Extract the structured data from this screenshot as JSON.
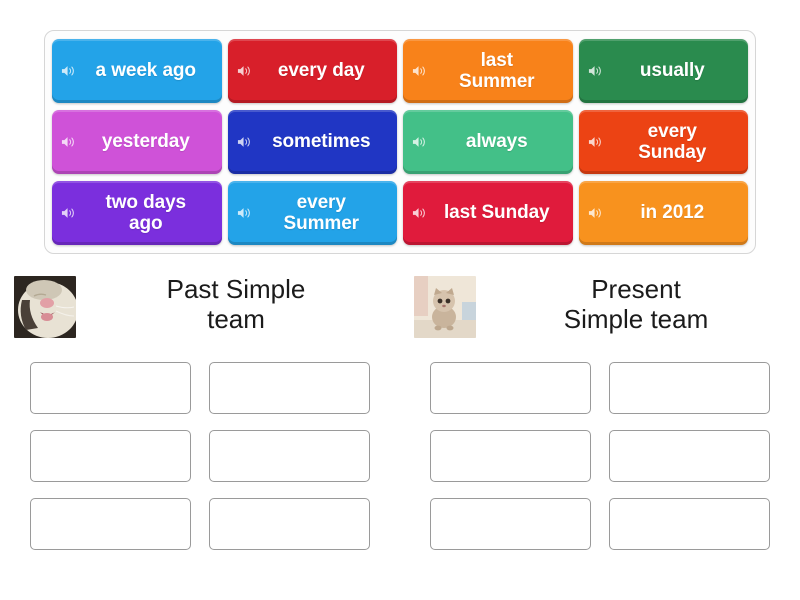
{
  "activity": {
    "type": "group-sort",
    "speaker_icon": "speaker-icon"
  },
  "tile_pool": {
    "tiles": [
      {
        "label": "a week ago",
        "color": "#23a3e8",
        "icon": "speaker-icon"
      },
      {
        "label": "every day",
        "color": "#d81f2a",
        "icon": "speaker-icon"
      },
      {
        "label": "last\nSummer",
        "color": "#f8821a",
        "icon": "speaker-icon"
      },
      {
        "label": "usually",
        "color": "#2a8b4e",
        "icon": "speaker-icon"
      },
      {
        "label": "yesterday",
        "color": "#cf52d8",
        "icon": "speaker-icon"
      },
      {
        "label": "sometimes",
        "color": "#2036c4",
        "icon": "speaker-icon"
      },
      {
        "label": "always",
        "color": "#43c088",
        "icon": "speaker-icon"
      },
      {
        "label": "every\nSunday",
        "color": "#ec4314",
        "icon": "speaker-icon"
      },
      {
        "label": "two days\nago",
        "color": "#7b2fdd",
        "icon": "speaker-icon"
      },
      {
        "label": "every\nSummer",
        "color": "#23a3e8",
        "icon": "speaker-icon"
      },
      {
        "label": "last Sunday",
        "color": "#e01b3c",
        "icon": "speaker-icon"
      },
      {
        "label": "in 2012",
        "color": "#f8921e",
        "icon": "speaker-icon"
      }
    ]
  },
  "teams": [
    {
      "title": "Past Simple\nteam",
      "image_alt": "cat-face-photo",
      "slot_count": 6,
      "slots": [
        "",
        "",
        "",
        "",
        "",
        ""
      ]
    },
    {
      "title": "Present\nSimple team",
      "image_alt": "kitten-photo",
      "slot_count": 6,
      "slots": [
        "",
        "",
        "",
        "",
        "",
        ""
      ]
    }
  ],
  "colors": {
    "page_background": "#ffffff",
    "pool_border": "#d6d6d6",
    "slot_border": "#9a9a9a",
    "tile_text": "#ffffff",
    "title_text": "#1b1b1b"
  }
}
